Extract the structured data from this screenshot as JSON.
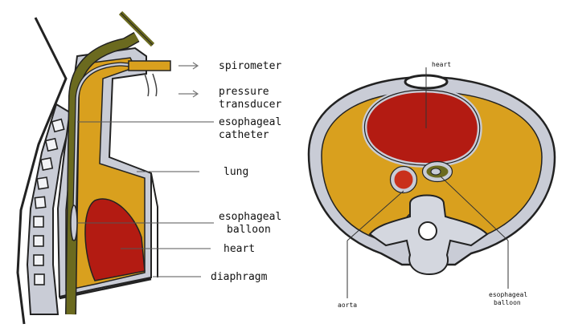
{
  "sagittal": {
    "labels": {
      "spirometer": "spirometer",
      "pressure_line1": "pressure",
      "pressure_line2": "transducer",
      "esophageal_line1": "esophageal",
      "esophageal_line2": "catheter",
      "lung": "lung",
      "balloon_line1": "esophageal",
      "balloon_line2": "balloon",
      "heart": "heart",
      "diaphragm": "diaphragm"
    }
  },
  "cross_section": {
    "labels": {
      "heart": "heart",
      "aorta": "aorta",
      "balloon_line1": "esophageal",
      "balloon_line2": "balloon"
    }
  },
  "colors": {
    "lung": "#d9a01e",
    "heart": "#b31b12",
    "catheter": "#6b6a1f",
    "tissue": "#c9ccd6",
    "outline": "#222222",
    "vertebra": "#d4d7df",
    "aorta": "#c9301b"
  }
}
